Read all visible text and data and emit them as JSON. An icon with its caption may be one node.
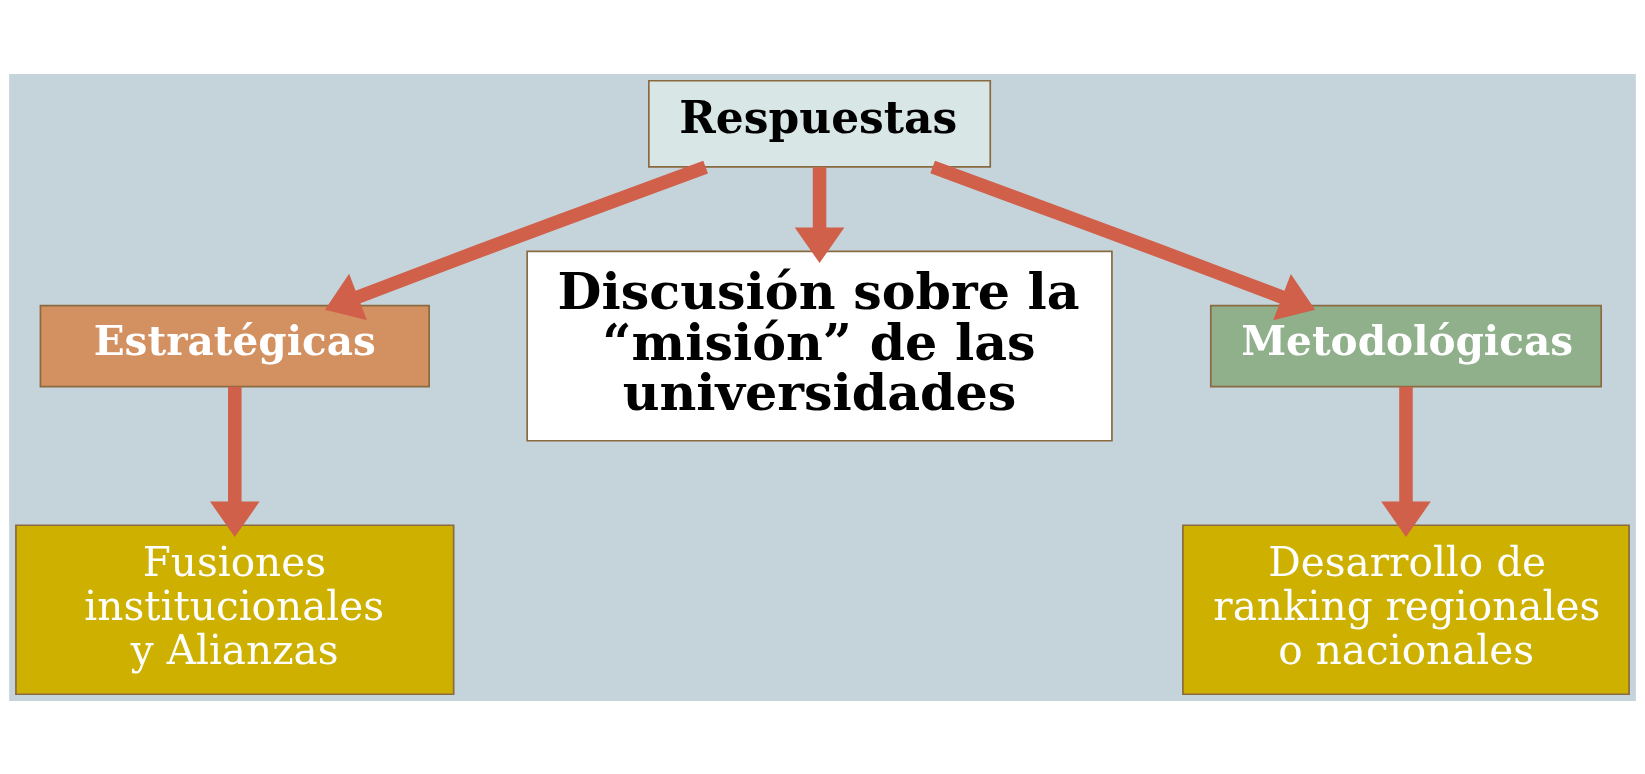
{
  "diagram": {
    "nodes": [
      {
        "text": [
          "Respuestas"
        ]
      },
      {
        "text": [
          "Estratégicas"
        ]
      },
      {
        "text": [
          "Discusión sobre la “misión” de las universidades"
        ]
      },
      {
        "text": [
          "Metodológicas"
        ]
      },
      {
        "text": [
          "Fusiones institucionales y Alianzas"
        ]
      },
      {
        "text": [
          "Desarrollo de ranking regionales o nacionales"
        ]
      }
    ],
    "edges": [
      {
        "from": 0,
        "to": 1,
        "arrow": "to"
      },
      {
        "from": 0,
        "to": 2,
        "arrow": "to"
      },
      {
        "from": 0,
        "to": 3,
        "arrow": "to"
      },
      {
        "from": 1,
        "to": 4,
        "arrow": "to"
      },
      {
        "from": 3,
        "to": 5,
        "arrow": "to"
      }
    ]
  }
}
